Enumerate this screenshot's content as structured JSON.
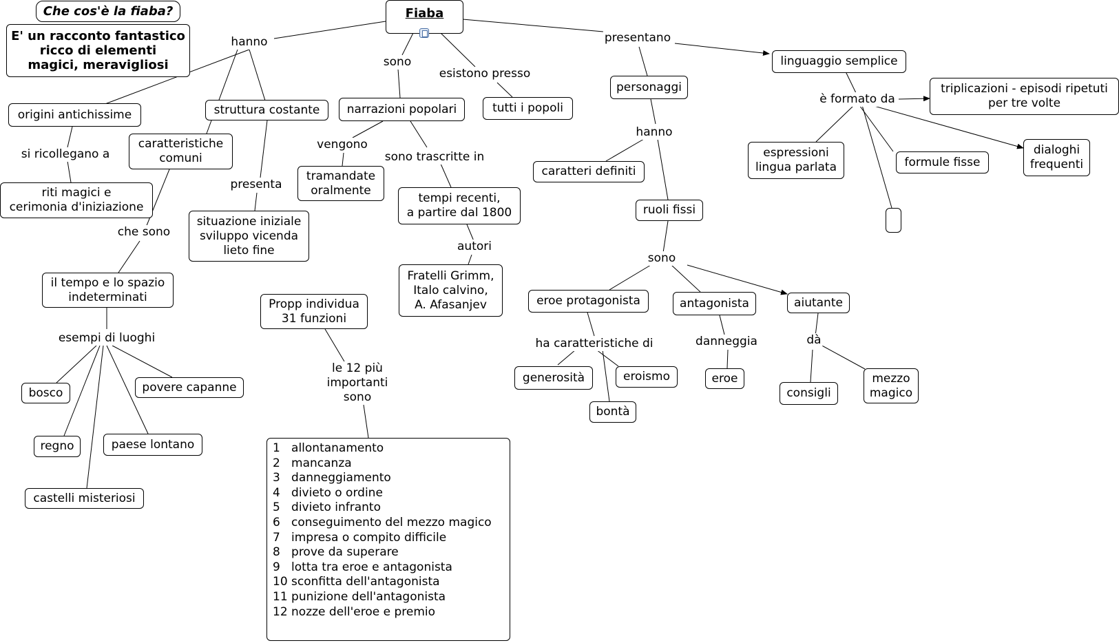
{
  "nodes": {
    "question": "Che cos'è la fiaba?",
    "definition": "E' un racconto fantastico\nricco di elementi\nmagici, meravigliosi",
    "root": "Fiaba",
    "origini": "origini antichissime",
    "riti": "riti magici e\ncerimonia d'iniziazione",
    "caratteristiche": "caratteristiche\ncomuni",
    "tempo_spazio": "il tempo e lo spazio\nindeterminati",
    "bosco": "bosco",
    "regno": "regno",
    "castelli": "castelli misteriosi",
    "paese": "paese lontano",
    "capanne": "povere capanne",
    "struttura": "struttura costante",
    "situazione": "situazione iniziale\nsviluppo vicenda\nlieto fine",
    "narrazioni": "narrazioni popolari",
    "tramandate": "tramandate\noralmente",
    "tempi_recenti": "tempi recenti,\na partire dal 1800",
    "autori_nomi": "Fratelli Grimm,\nItalo calvino,\nA. Afasanjev",
    "popoli": "tutti i popoli",
    "propp": "Propp individua\n31 funzioni",
    "funzioni": "1   allontanamento\n2   mancanza\n3   danneggiamento\n4   divieto o ordine\n5   divieto infranto\n6   conseguimento del mezzo magico\n7   impresa o compito difficile\n8   prove da superare\n9   lotta tra eroe e antagonista\n10 sconfitta dell'antagonista\n11 punizione dell'antagonista\n12 nozze dell'eroe e premio",
    "personaggi": "personaggi",
    "caratteri": "caratteri definiti",
    "ruoli": "ruoli fissi",
    "eroe_prot": "eroe protagonista",
    "antagonista": "antagonista",
    "aiutante": "aiutante",
    "generosita": "generosità",
    "eroismo": "eroismo",
    "bonta": "bontà",
    "eroe": "eroe",
    "consigli": "consigli",
    "mezzo": "mezzo\nmagico",
    "linguaggio": "linguaggio semplice",
    "triplicazioni": "triplicazioni - episodi ripetuti\nper tre volte",
    "espressioni": "espressioni\nlingua parlata",
    "formule": "formule fisse",
    "dialoghi": "dialoghi\nfrequenti",
    "empty": ""
  },
  "labels": {
    "hanno": "hanno",
    "sono": "sono",
    "esistono": "esistono presso",
    "presentano": "presentano",
    "si_ricollegano": "si ricollegano a",
    "che_sono": "che sono",
    "esempi": "esempi di luoghi",
    "presenta": "presenta",
    "vengono": "vengono",
    "trascritte": "sono trascritte in",
    "autori": "autori",
    "le12": "le 12 più\nimportanti\nsono",
    "hanno2": "hanno",
    "sono2": "sono",
    "ha_caratt": "ha caratteristiche di",
    "danneggia": "danneggia",
    "da": "dà",
    "formato": "è formato da"
  },
  "icons": {
    "root_doc": "document-icon"
  },
  "colors": {
    "line": "#000000",
    "node_border": "#000000",
    "background": "#ffffff"
  }
}
